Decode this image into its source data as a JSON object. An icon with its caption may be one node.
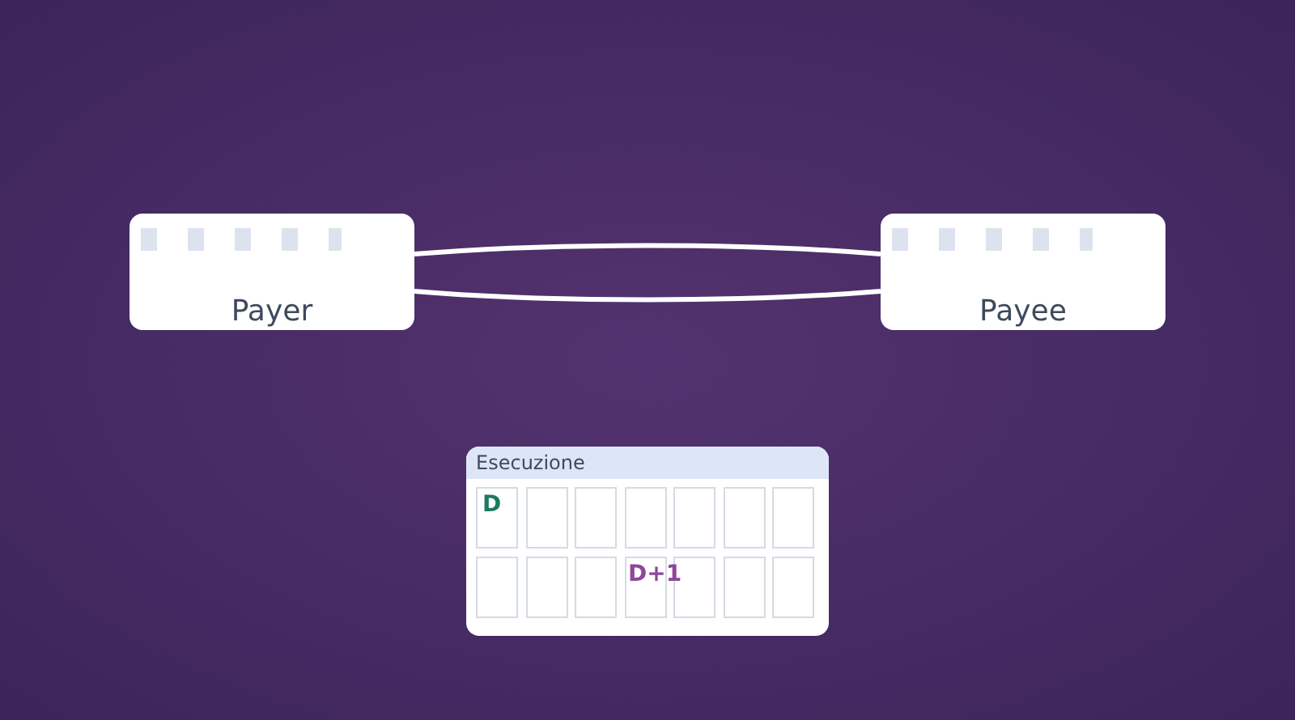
{
  "diagram": {
    "nodes": [
      {
        "text": [
          "Payer"
        ]
      },
      {
        "text": [
          "Payee"
        ]
      },
      {
        "text": [
          "Esecuzione"
        ]
      }
    ],
    "edges": [
      {
        "from": 0,
        "to": 1,
        "arrow": "none"
      },
      {
        "from": 0,
        "to": 1,
        "arrow": "none"
      }
    ],
    "labels": [
      "D",
      "D+1"
    ]
  }
}
